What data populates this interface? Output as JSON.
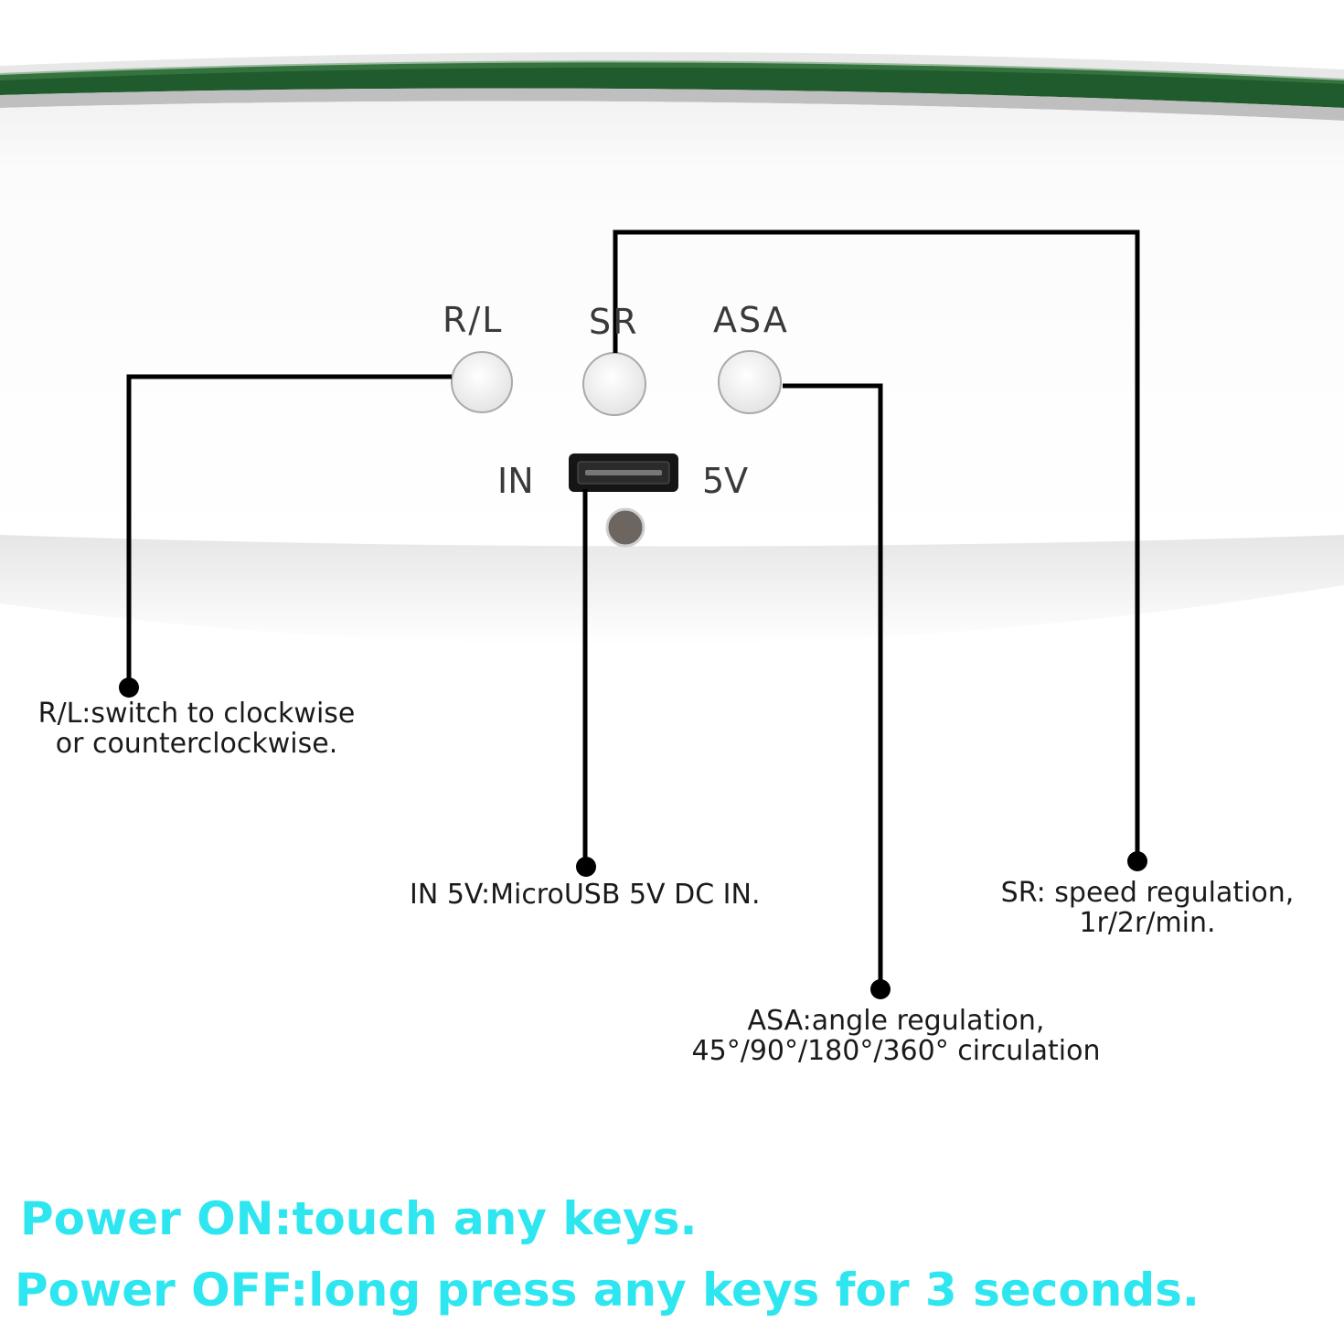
{
  "device": {
    "buttons": [
      {
        "label": "R/L"
      },
      {
        "label": "SR"
      },
      {
        "label": "ASA"
      }
    ],
    "port_left_label": "IN",
    "port_right_label": "5V"
  },
  "callouts": {
    "rl": {
      "line1": "R/L:switch to clockwise",
      "line2": "or counterclockwise."
    },
    "in5v": {
      "line1": "IN 5V:MicroUSB 5V DC IN."
    },
    "sr": {
      "line1": "SR: speed regulation,",
      "line2": "1r/2r/min."
    },
    "asa": {
      "line1": "ASA:angle regulation,",
      "line2": "45°/90°/180°/360° circulation"
    }
  },
  "power": {
    "on": "Power ON:touch any keys.",
    "off": "Power OFF:long press any keys for 3 seconds."
  },
  "colors": {
    "power_text": "#2ee6f0",
    "rim_green": "#1f5b2c",
    "leader_line": "#000000"
  }
}
